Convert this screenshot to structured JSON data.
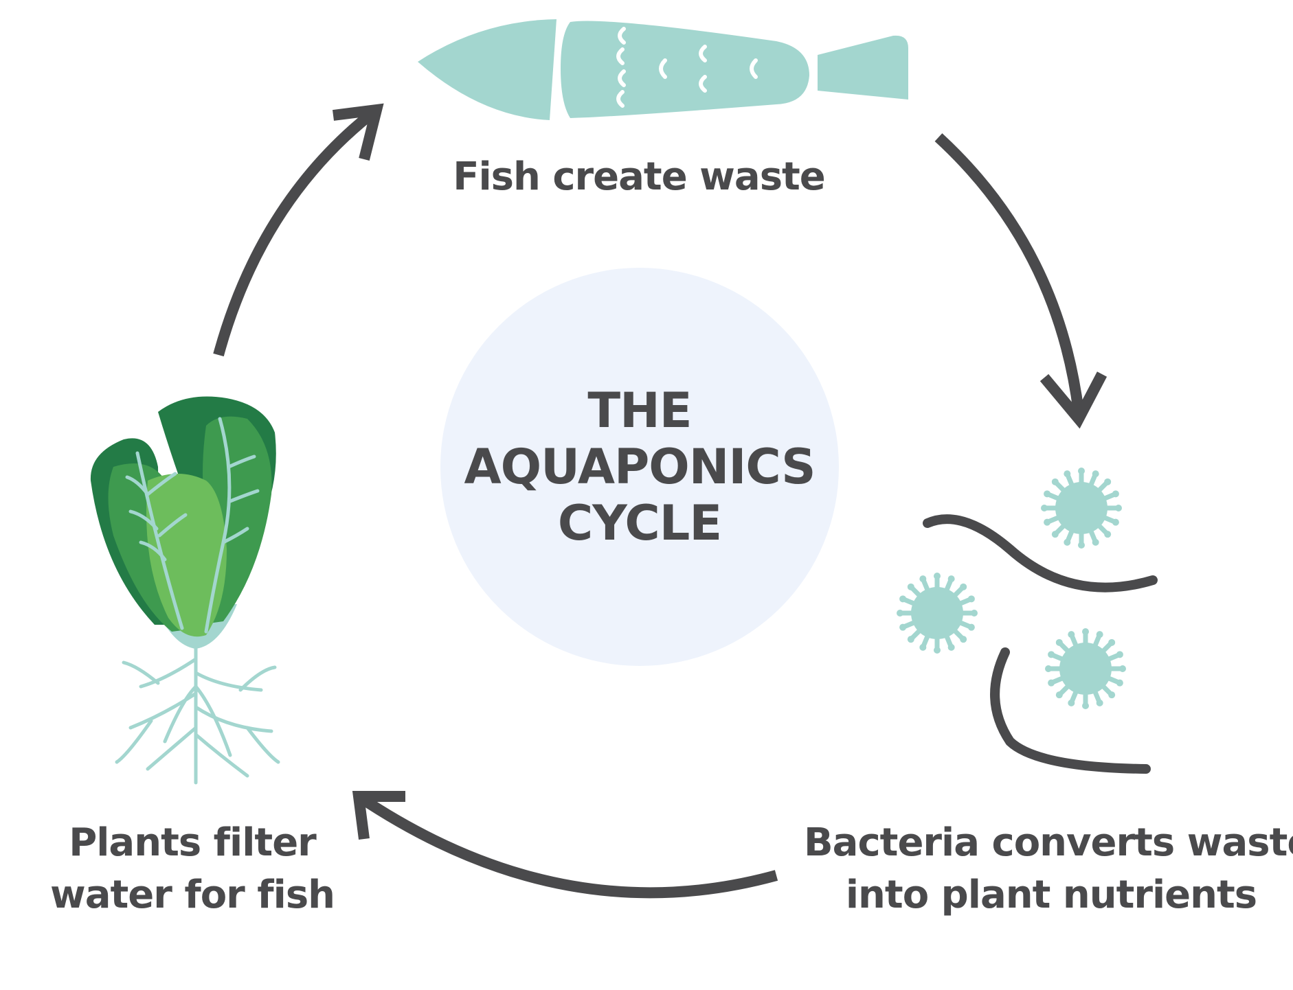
{
  "diagram": {
    "title_lines": [
      "THE",
      "AQUAPONICS",
      "CYCLE"
    ],
    "steps": [
      {
        "id": "fish",
        "lines": [
          "Fish create waste"
        ],
        "icon": "fish-icon"
      },
      {
        "id": "bacteria",
        "lines": [
          "Bacteria converts waste",
          "into plant nutrients"
        ],
        "icon": "bacteria-icon"
      },
      {
        "id": "plants",
        "lines": [
          "Plants filter",
          "water for fish"
        ],
        "icon": "lettuce-icon"
      }
    ]
  },
  "colors": {
    "text": "#4a4a4c",
    "arrow": "#4a4a4c",
    "center_circle": "#eef3fc",
    "fish": "#a3d6cf",
    "bacteria": "#a3d6cf",
    "lettuce_dark": "#237b46",
    "lettuce_mid": "#3e9a4f",
    "lettuce_light": "#6dbd5c",
    "roots": "#a3d6cf"
  }
}
